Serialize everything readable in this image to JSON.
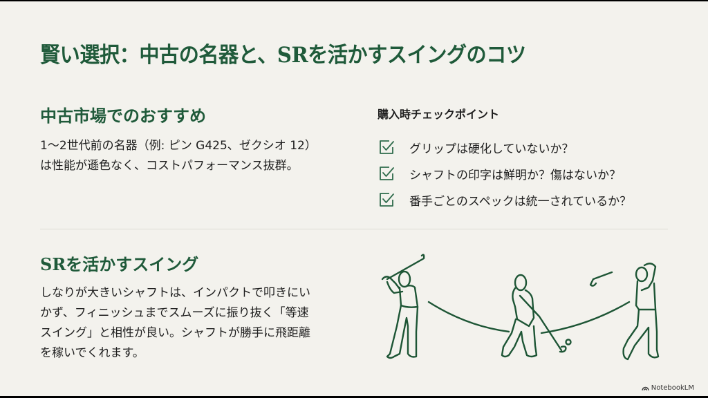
{
  "slide": {
    "title": "賢い選択：中古の名器と、SRを活かすスイングのコツ",
    "accent_color": "#1f5a3a",
    "background_color": "#f3f2ed"
  },
  "used_market": {
    "heading": "中古市場でのおすすめ",
    "body_lines": [
      "1〜2世代前の名器（例: ピン G425、ゼクシオ 12）",
      "は性能が遜色なく、コストパフォーマンス抜群。"
    ]
  },
  "checkpoints": {
    "heading": "購入時チェックポイント",
    "icon": "checkbox-checked-icon",
    "items": [
      "グリップは硬化していないか？",
      "シャフトの印字は鮮明か？傷はないか？",
      "番手ごとのスペックは統一されているか？"
    ]
  },
  "swing": {
    "heading": "SRを活かすスイング",
    "body_lines": [
      "しなりが大きいシャフトは、インパクトで叩きにい",
      "かず、フィニッシュまでスムーズに振り抜く「等速",
      "スイング」と相性が良い。シャフトが勝手に飛距離",
      "を稼いでくれます。"
    ],
    "illustration": "golf-swing-sequence-illustration"
  },
  "branding": {
    "label": "NotebookLM"
  }
}
